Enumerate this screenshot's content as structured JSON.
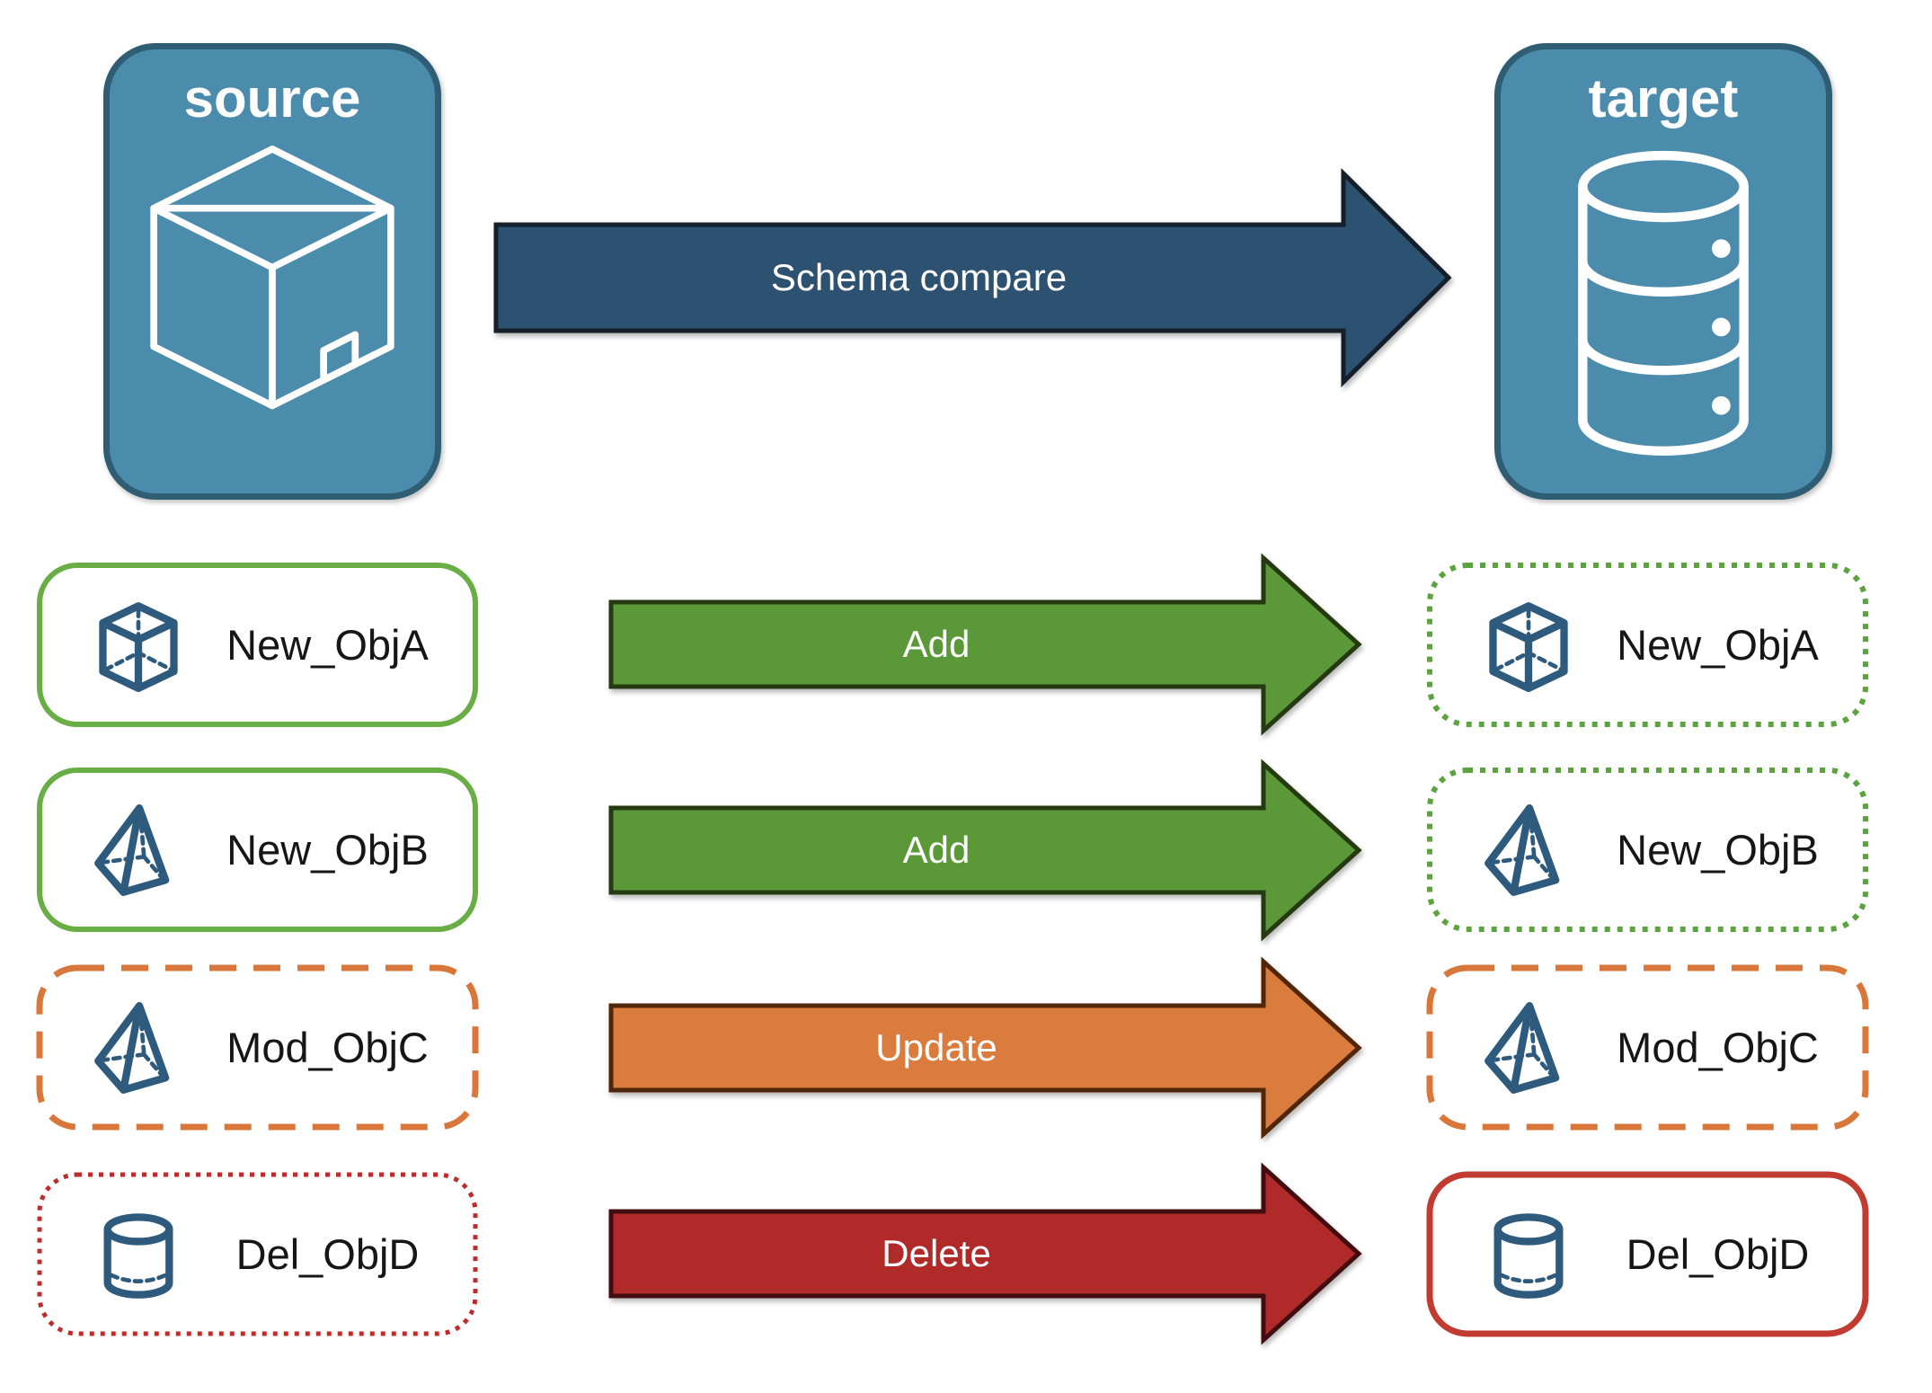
{
  "panels": {
    "source": {
      "label": "source",
      "icon": "package-box-icon"
    },
    "target": {
      "label": "target",
      "icon": "database-icon"
    }
  },
  "compare_arrow": {
    "label": "Schema compare"
  },
  "objects": [
    {
      "name": "New_ObjA",
      "action": "Add",
      "icon": "cube-icon",
      "source_style": "solid-green",
      "target_style": "dotted-green"
    },
    {
      "name": "New_ObjB",
      "action": "Add",
      "icon": "pyramid-icon",
      "source_style": "solid-green",
      "target_style": "dotted-green"
    },
    {
      "name": "Mod_ObjC",
      "action": "Update",
      "icon": "pyramid-icon",
      "source_style": "dashed-orange",
      "target_style": "dashed-orange"
    },
    {
      "name": "Del_ObjD",
      "action": "Delete",
      "icon": "cylinder-icon",
      "source_style": "dotted-red",
      "target_style": "solid-red"
    }
  ],
  "colors": {
    "panel_fill": "#4b8bac",
    "panel_border": "#2e5d74",
    "compare_arrow_fill": "#2d5170",
    "add_arrow_fill": "#5b9938",
    "update_arrow_fill": "#d97c3e",
    "delete_arrow_fill": "#b12a2a",
    "green_border": "#69ad45",
    "orange_border": "#d9773b",
    "red_border": "#bf2b2b",
    "icon_blue": "#2e5b7d"
  }
}
